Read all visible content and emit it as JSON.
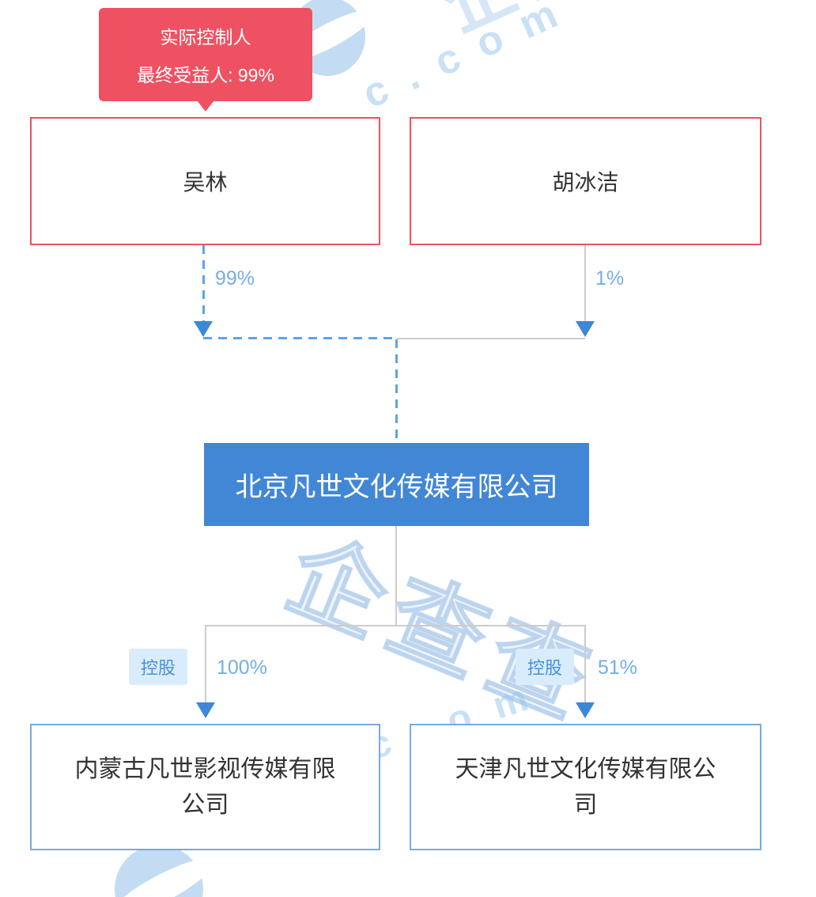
{
  "tooltip": {
    "line1": "实际控制人",
    "line2": "最终受益人: 99%"
  },
  "shareholders": [
    {
      "name": "吴林",
      "percent": "99%"
    },
    {
      "name": "胡冰洁",
      "percent": "1%"
    }
  ],
  "company": {
    "name": "北京凡世文化传媒有限公司"
  },
  "subsidiaries": [
    {
      "name": "内蒙古凡世影视传媒有限公司",
      "percent": "100%",
      "tag": "控股"
    },
    {
      "name": "天津凡世文化传媒有限公司",
      "percent": "51%",
      "tag": "控股"
    }
  ],
  "watermark": {
    "brand": "企查查",
    "brand_partial": "企查",
    "domain_full": "c.com",
    "domain_partial": "c.om"
  },
  "colors": {
    "red": "#ee5262",
    "blue": "#4287d6",
    "dash_blue": "#5fa3e8",
    "percent_text": "#74aee9",
    "tag_bg": "#d9ecfb",
    "tag_text": "#4a90d9",
    "gray_line": "#cccccc"
  }
}
